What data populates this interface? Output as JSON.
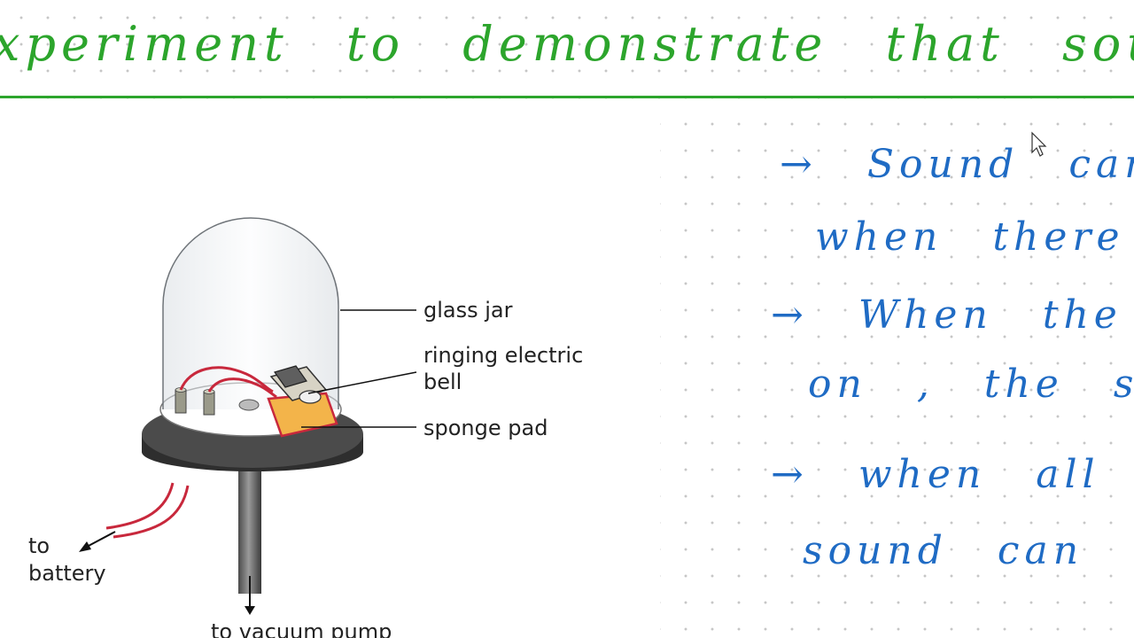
{
  "title": "xperiment to demonstrate that sound need",
  "diagram": {
    "labels": {
      "glass_jar": "glass jar",
      "bell_line1": "ringing electric",
      "bell_line2": "bell",
      "sponge": "sponge pad",
      "battery_line1": "to",
      "battery_line2": "battery",
      "pump": "to vacuum pump"
    }
  },
  "notes": [
    "→ Sound can",
    "when there",
    "→ When the",
    "on , the soun",
    "→ when all a",
    "sound can be"
  ],
  "colors": {
    "heading_green": "#2ca52c",
    "note_blue": "#1f6bc4",
    "wire_red": "#c8283c",
    "sponge_orange": "#f3b44a",
    "base_dark": "#3a3a3a"
  },
  "icons": {
    "cursor": "arrow-cursor-icon"
  }
}
